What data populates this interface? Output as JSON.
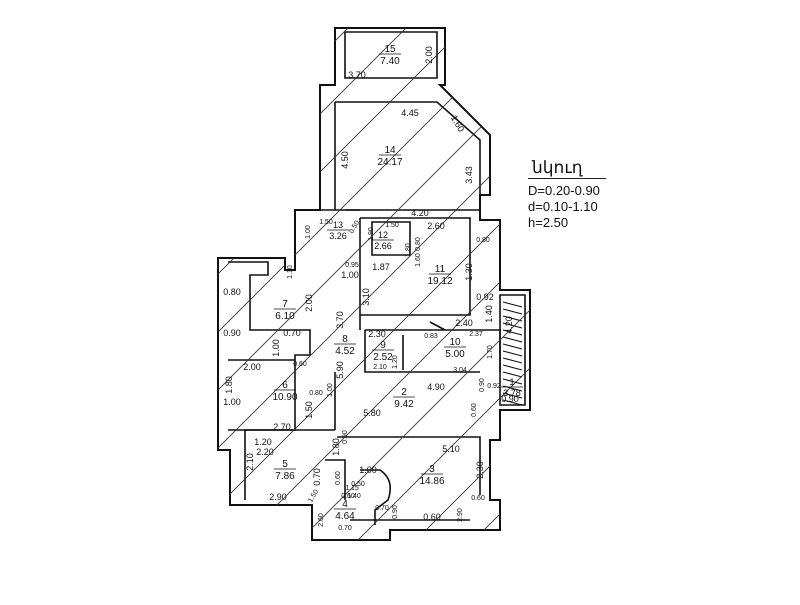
{
  "title": "նկուղ",
  "specs": [
    "D=0.20-0.90",
    "d=0.10-1.10",
    "h=2.50"
  ],
  "rooms": [
    {
      "no": "15",
      "area": "7.40"
    },
    {
      "no": "14",
      "area": "24.17"
    },
    {
      "no": "13",
      "area": "3.26"
    },
    {
      "no": "12",
      "area": "2.66"
    },
    {
      "no": "11",
      "area": "19.12"
    },
    {
      "no": "10",
      "area": "5.00"
    },
    {
      "no": "9",
      "area": "2.52"
    },
    {
      "no": "8",
      "area": "4.52"
    },
    {
      "no": "7",
      "area": "6.10"
    },
    {
      "no": "6",
      "area": "10.90"
    },
    {
      "no": "5",
      "area": "7.86"
    },
    {
      "no": "4",
      "area": "4.64"
    },
    {
      "no": "3",
      "area": "14.86"
    },
    {
      "no": "2",
      "area": "9.42"
    },
    {
      "no": "1",
      "area": "3.78"
    }
  ],
  "dimensions": [
    "2.00",
    "3.70",
    "4.45",
    "1.60",
    "4.50",
    "3.43",
    "4.20",
    "1.00",
    "1.50",
    "0.50",
    "2.60",
    "1.50",
    "0.80",
    "1.80",
    "1.87",
    "1.30",
    "0.95",
    "1.00",
    "1.10",
    "0.80",
    "2.00",
    "3.10",
    "0.92",
    "1.40",
    "0.90",
    "0.70",
    "3.70",
    "2.40",
    "4.20",
    "1.00",
    "2.30",
    "0.83",
    "2.37",
    "1.70",
    "2.00",
    "1.80",
    "1.00",
    "1.20",
    "2.10",
    "3.04",
    "4.90",
    "0.60",
    "0.80",
    "5.90",
    "1.50",
    "0.90",
    "1.00",
    "5.80",
    "2.70",
    "1.20",
    "0.90",
    "0.60",
    "2.20",
    "1.80",
    "5.10",
    "2.10",
    "1.00",
    "2.30",
    "0.70",
    "1.15",
    "1.40",
    "2.90",
    "1.50",
    "0.60",
    "0.50",
    "0.60",
    "0.60",
    "2.90",
    "0.70",
    "2.60",
    "0.70",
    "0.90",
    "0.60",
    "0.90",
    "0.92",
    "0.80",
    "1.60",
    "1.90",
    "1.40"
  ]
}
